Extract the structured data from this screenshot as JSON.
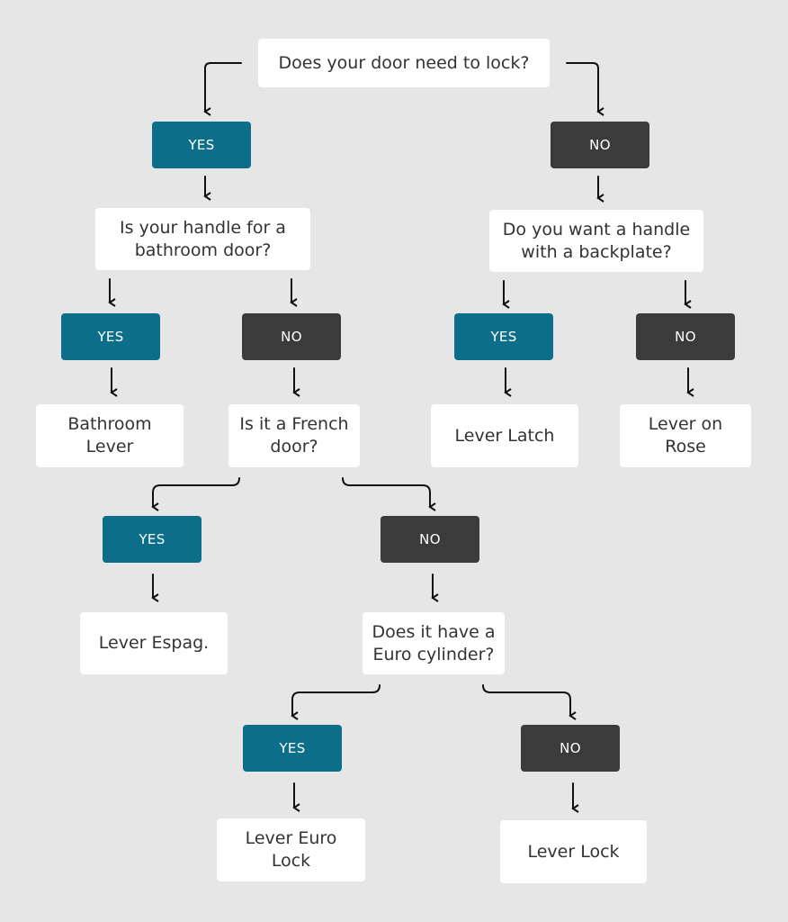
{
  "nodes": {
    "q_lock": "Does your door need to lock?",
    "yes_lock": "YES",
    "no_lock": "NO",
    "q_bathroom": "Is your handle for a bathroom door?",
    "q_backplate": "Do you want a handle with a backplate?",
    "yes_bathroom": "YES",
    "no_bathroom": "NO",
    "yes_backplate": "YES",
    "no_backplate": "NO",
    "r_bathroom_lever": "Bathroom Lever",
    "q_french": "Is it a French door?",
    "r_lever_latch": "Lever Latch",
    "r_lever_on_rose": "Lever on Rose",
    "yes_french": "YES",
    "no_french": "NO",
    "r_lever_espag": "Lever Espag.",
    "q_euro": "Does it have a Euro cylinder?",
    "yes_euro": "YES",
    "no_euro": "NO",
    "r_lever_euro_lock": "Lever Euro Lock",
    "r_lever_lock": "Lever Lock"
  }
}
